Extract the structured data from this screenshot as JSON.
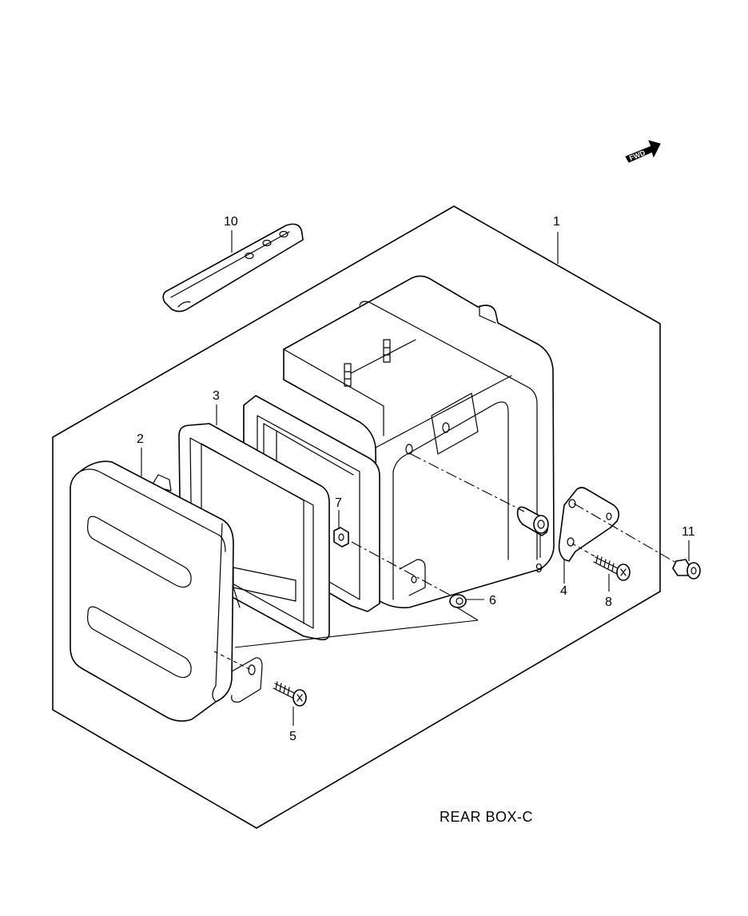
{
  "caption": "REAR BOX-C",
  "fwd_label": "FWD",
  "callouts": {
    "part_1": "1",
    "part_2": "2",
    "part_3": "3",
    "part_4": "4",
    "part_5": "5",
    "part_6": "6",
    "part_7": "7",
    "part_8": "8",
    "part_9": "9",
    "part_10": "10",
    "part_11": "11"
  }
}
